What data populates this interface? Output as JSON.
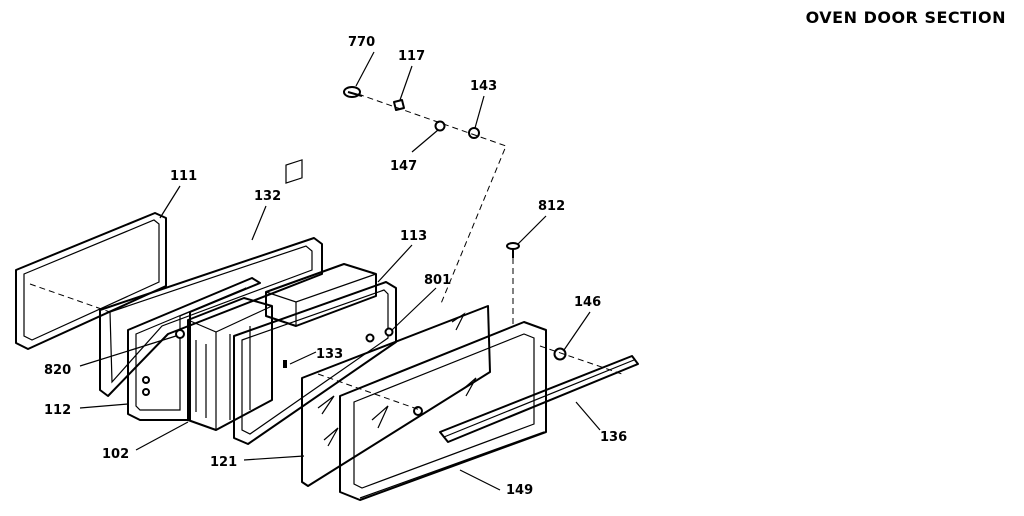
{
  "title": "OVEN DOOR SECTION",
  "parts": {
    "p770": "770",
    "p117": "117",
    "p143": "143",
    "p147": "147",
    "p111": "111",
    "p132": "132",
    "p113": "113",
    "p812": "812",
    "p801": "801",
    "p146": "146",
    "p820": "820",
    "p133": "133",
    "p112": "112",
    "p102": "102",
    "p121": "121",
    "p136": "136",
    "p149": "149"
  }
}
